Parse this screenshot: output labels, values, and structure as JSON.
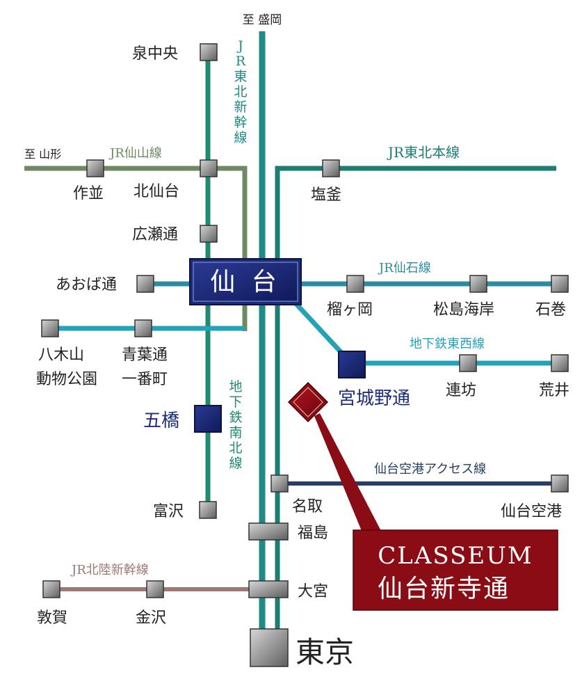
{
  "colors": {
    "shinkansen": "#1f8a86",
    "tohoku_main": "#1e7d72",
    "senzan": "#6f8a62",
    "senseki": "#2c8ca6",
    "tozai": "#24a3b8",
    "nanboku": "#1f8a72",
    "airport": "#263f63",
    "hokuriku": "#9c7a72",
    "hub_fill": "#1d2c7a",
    "property_fill": "#8a0c14",
    "station_square": "#8c8c8c",
    "station_border": "#333333"
  },
  "lines": {
    "to_morioka": "至 盛岡",
    "tohoku_shinkansen": "JR東北新幹線",
    "senzan": "JR仙山線",
    "to_yamagata": "至 山形",
    "tohoku_main": "JR東北本線",
    "senseki": "JR仙石線",
    "tozai": "地下鉄東西線",
    "nanboku": "地下鉄南北線",
    "airport": "仙台空港アクセス線",
    "hokuriku": "JR北陸新幹線"
  },
  "stations": {
    "izumi_chuo": "泉中央",
    "sakunami": "作並",
    "kita_sendai": "北仙台",
    "hirosedori": "広瀬通",
    "aobadori": "あおば通",
    "yagiyama": "八木山\n動物公園",
    "aobadori_ichibancho": "青葉通\n一番町",
    "itsutsubashi": "五橋",
    "tomizawa": "富沢",
    "shiogama": "塩釜",
    "rikkaoka": "榴ヶ岡",
    "matsushima": "松島海岸",
    "ishinomaki": "石巻",
    "miyaginodori": "宮城野通",
    "rembo": "連坊",
    "arai": "荒井",
    "natori": "名取",
    "sendai_airport": "仙台空港",
    "fukushima": "福島",
    "omiya": "大宮",
    "tsuruga": "敦賀",
    "kanazawa": "金沢",
    "tokyo": "東京"
  },
  "hub": {
    "label": "仙 台"
  },
  "property": {
    "line1": "CLASSEUM",
    "line2": "仙台新寺通"
  }
}
